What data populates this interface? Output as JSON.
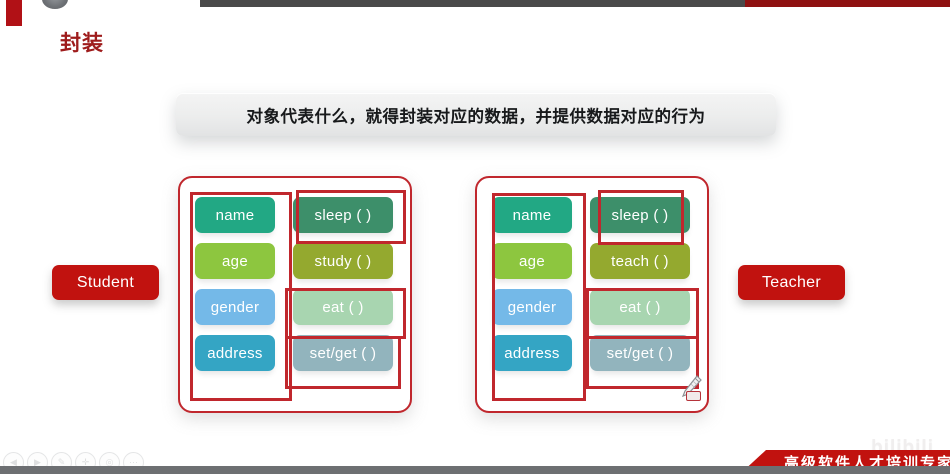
{
  "player": {
    "progress_percent": 75,
    "controls": [
      {
        "name": "prev-button",
        "glyph": "◀"
      },
      {
        "name": "play-button",
        "glyph": "▶"
      },
      {
        "name": "pen-tool-button",
        "glyph": "✎"
      },
      {
        "name": "expand-button",
        "glyph": "✛"
      },
      {
        "name": "zoom-button",
        "glyph": "◎"
      },
      {
        "name": "more-button",
        "glyph": "···"
      }
    ]
  },
  "slide": {
    "title": "封装",
    "banner_text": "对象代表什么，就得封装对应的数据，并提供数据对应的行为",
    "title_color": "#9e1b1b"
  },
  "cards": [
    {
      "id": "student",
      "label": "Student",
      "attributes": [
        {
          "text": "name",
          "color": "#22a884"
        },
        {
          "text": "age",
          "color": "#8dc63f"
        },
        {
          "text": "gender",
          "color": "#74b9e8"
        },
        {
          "text": "address",
          "color": "#34a5c4"
        }
      ],
      "methods": [
        {
          "text": "sleep ( )",
          "color": "#3d8f6a"
        },
        {
          "text": "study ( )",
          "color": "#94a92f"
        },
        {
          "text": "eat ( )",
          "color": "#a8d5b0"
        },
        {
          "text": "set/get ( )",
          "color": "#92b4bd"
        }
      ]
    },
    {
      "id": "teacher",
      "label": "Teacher",
      "attributes": [
        {
          "text": "name",
          "color": "#22a884"
        },
        {
          "text": "age",
          "color": "#8dc63f"
        },
        {
          "text": "gender",
          "color": "#74b9e8"
        },
        {
          "text": "address",
          "color": "#34a5c4"
        }
      ],
      "methods": [
        {
          "text": "sleep ( )",
          "color": "#3d8f6a"
        },
        {
          "text": "teach ( )",
          "color": "#94a92f"
        },
        {
          "text": "eat ( )",
          "color": "#a8d5b0"
        },
        {
          "text": "set/get ( )",
          "color": "#92b4bd"
        }
      ]
    }
  ],
  "annotations": {
    "color": "#c0272d",
    "boxes": [
      "student-attributes",
      "student-sleep",
      "student-eat",
      "student-setget",
      "teacher-attributes",
      "teacher-sleep",
      "teacher-eat",
      "teacher-setget"
    ]
  },
  "footer": {
    "banner_text": "高级软件人才培训专家",
    "watermark": "bilibili",
    "banner_color": "#c1120f"
  }
}
